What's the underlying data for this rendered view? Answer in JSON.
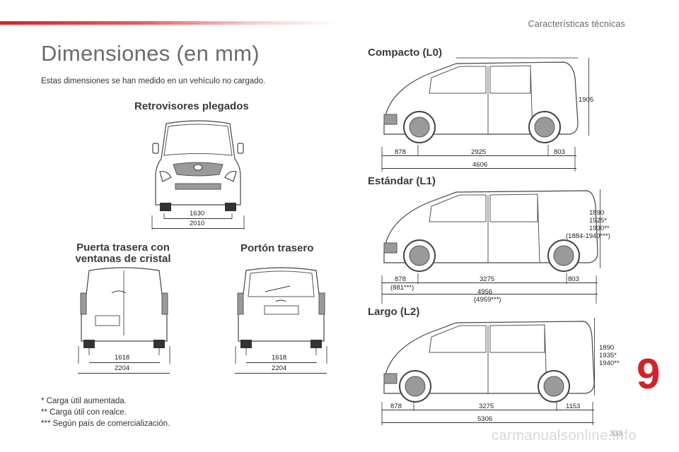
{
  "header": {
    "section": "Características técnicas"
  },
  "title": "Dimensiones (en mm)",
  "intro": "Estas dimensiones se han medido en un vehículo no cargado.",
  "front_view": {
    "label": "Retrovisores plegados",
    "width_body": "1630",
    "width_total": "2010"
  },
  "rear_glass": {
    "label_line1": "Puerta trasera con",
    "label_line2": "ventanas de cristal",
    "width_body": "1618",
    "width_total": "2204"
  },
  "rear_tailgate": {
    "label": "Portón trasero",
    "width_body": "1618",
    "width_total": "2204"
  },
  "compacto": {
    "label": "Compacto (L0)",
    "height": "1905",
    "front_overhang": "878",
    "wheelbase": "2925",
    "rear_overhang": "803",
    "length": "4606"
  },
  "estandar": {
    "label": "Estándar (L1)",
    "height_1": "1890",
    "height_2": "1925*",
    "height_3": "1930**",
    "height_4": "(1884-1940***)",
    "front_overhang": "878",
    "front_overhang_alt": "(881***)",
    "wheelbase": "3275",
    "rear_overhang": "803",
    "length": "4956",
    "length_alt": "(4959***)"
  },
  "largo": {
    "label": "Largo (L2)",
    "height_1": "1890",
    "height_2": "1935*",
    "height_3": "1940**",
    "front_overhang": "878",
    "wheelbase": "3275",
    "rear_overhang": "1153",
    "length": "5306"
  },
  "footnotes": {
    "note1": "* Carga útil aumentada.",
    "note2": "** Carga útil con realce.",
    "note3": "*** Según país de comercialización."
  },
  "chapter_number": "9",
  "page_number": "333",
  "watermark": "carmanualsonline.info"
}
